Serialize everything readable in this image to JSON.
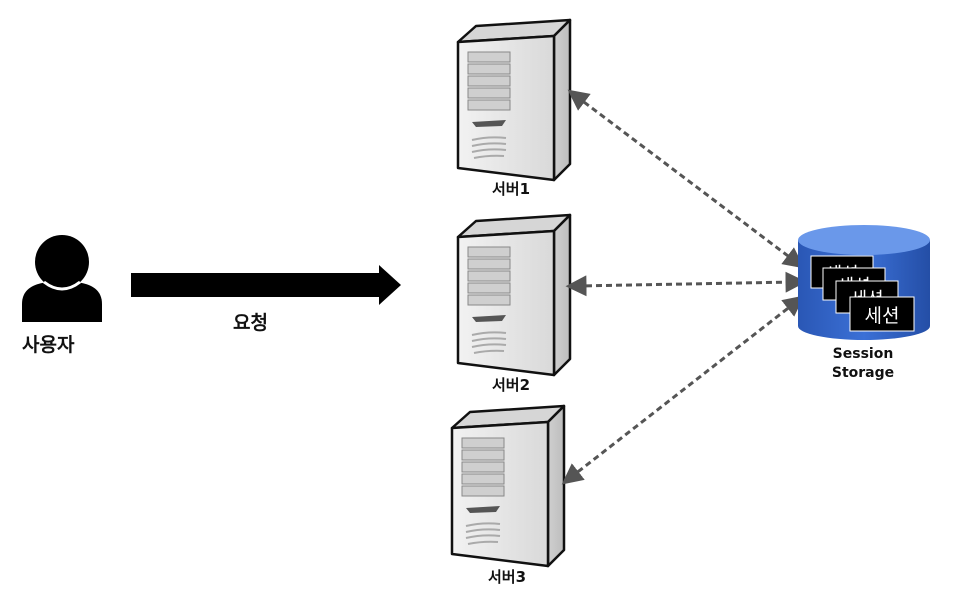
{
  "user": {
    "label": "사용자",
    "icon": "user-icon"
  },
  "request": {
    "label": "요청"
  },
  "servers": [
    {
      "label": "서버1",
      "icon": "server-tower-icon"
    },
    {
      "label": "서버2",
      "icon": "server-tower-icon"
    },
    {
      "label": "서버3",
      "icon": "server-tower-icon"
    }
  ],
  "storage": {
    "label_line1": "Session",
    "label_line2": "Storage",
    "icon": "database-cylinder-icon",
    "session_cards": [
      "세션",
      "세션",
      "세션",
      "세션"
    ]
  },
  "colors": {
    "arrow": "#000000",
    "dashed_arrow": "#555555",
    "cylinder_body": "#2f63c9",
    "cylinder_top": "#5f8fe6",
    "server_body": "#e6e6e6"
  }
}
